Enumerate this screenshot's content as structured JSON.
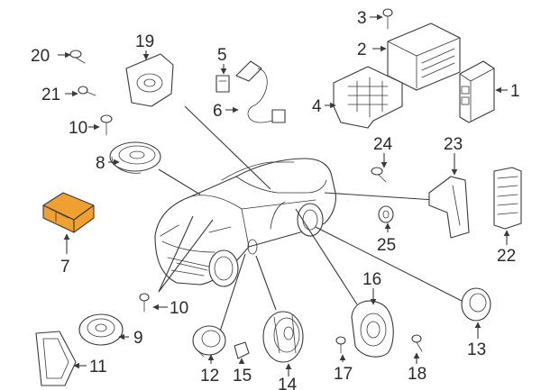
{
  "diagram": {
    "highlight_color": "#f0a030",
    "callouts": {
      "c1": "1",
      "c2": "2",
      "c3": "3",
      "c4": "4",
      "c5": "5",
      "c6": "6",
      "c7": "7",
      "c8": "8",
      "c9": "9",
      "c10a": "10",
      "c10b": "10",
      "c11": "11",
      "c12": "12",
      "c13": "13",
      "c14": "14",
      "c15": "15",
      "c16": "16",
      "c17": "17",
      "c18": "18",
      "c19": "19",
      "c20": "20",
      "c21": "21",
      "c22": "22",
      "c23": "23",
      "c24": "24",
      "c25": "25"
    }
  }
}
